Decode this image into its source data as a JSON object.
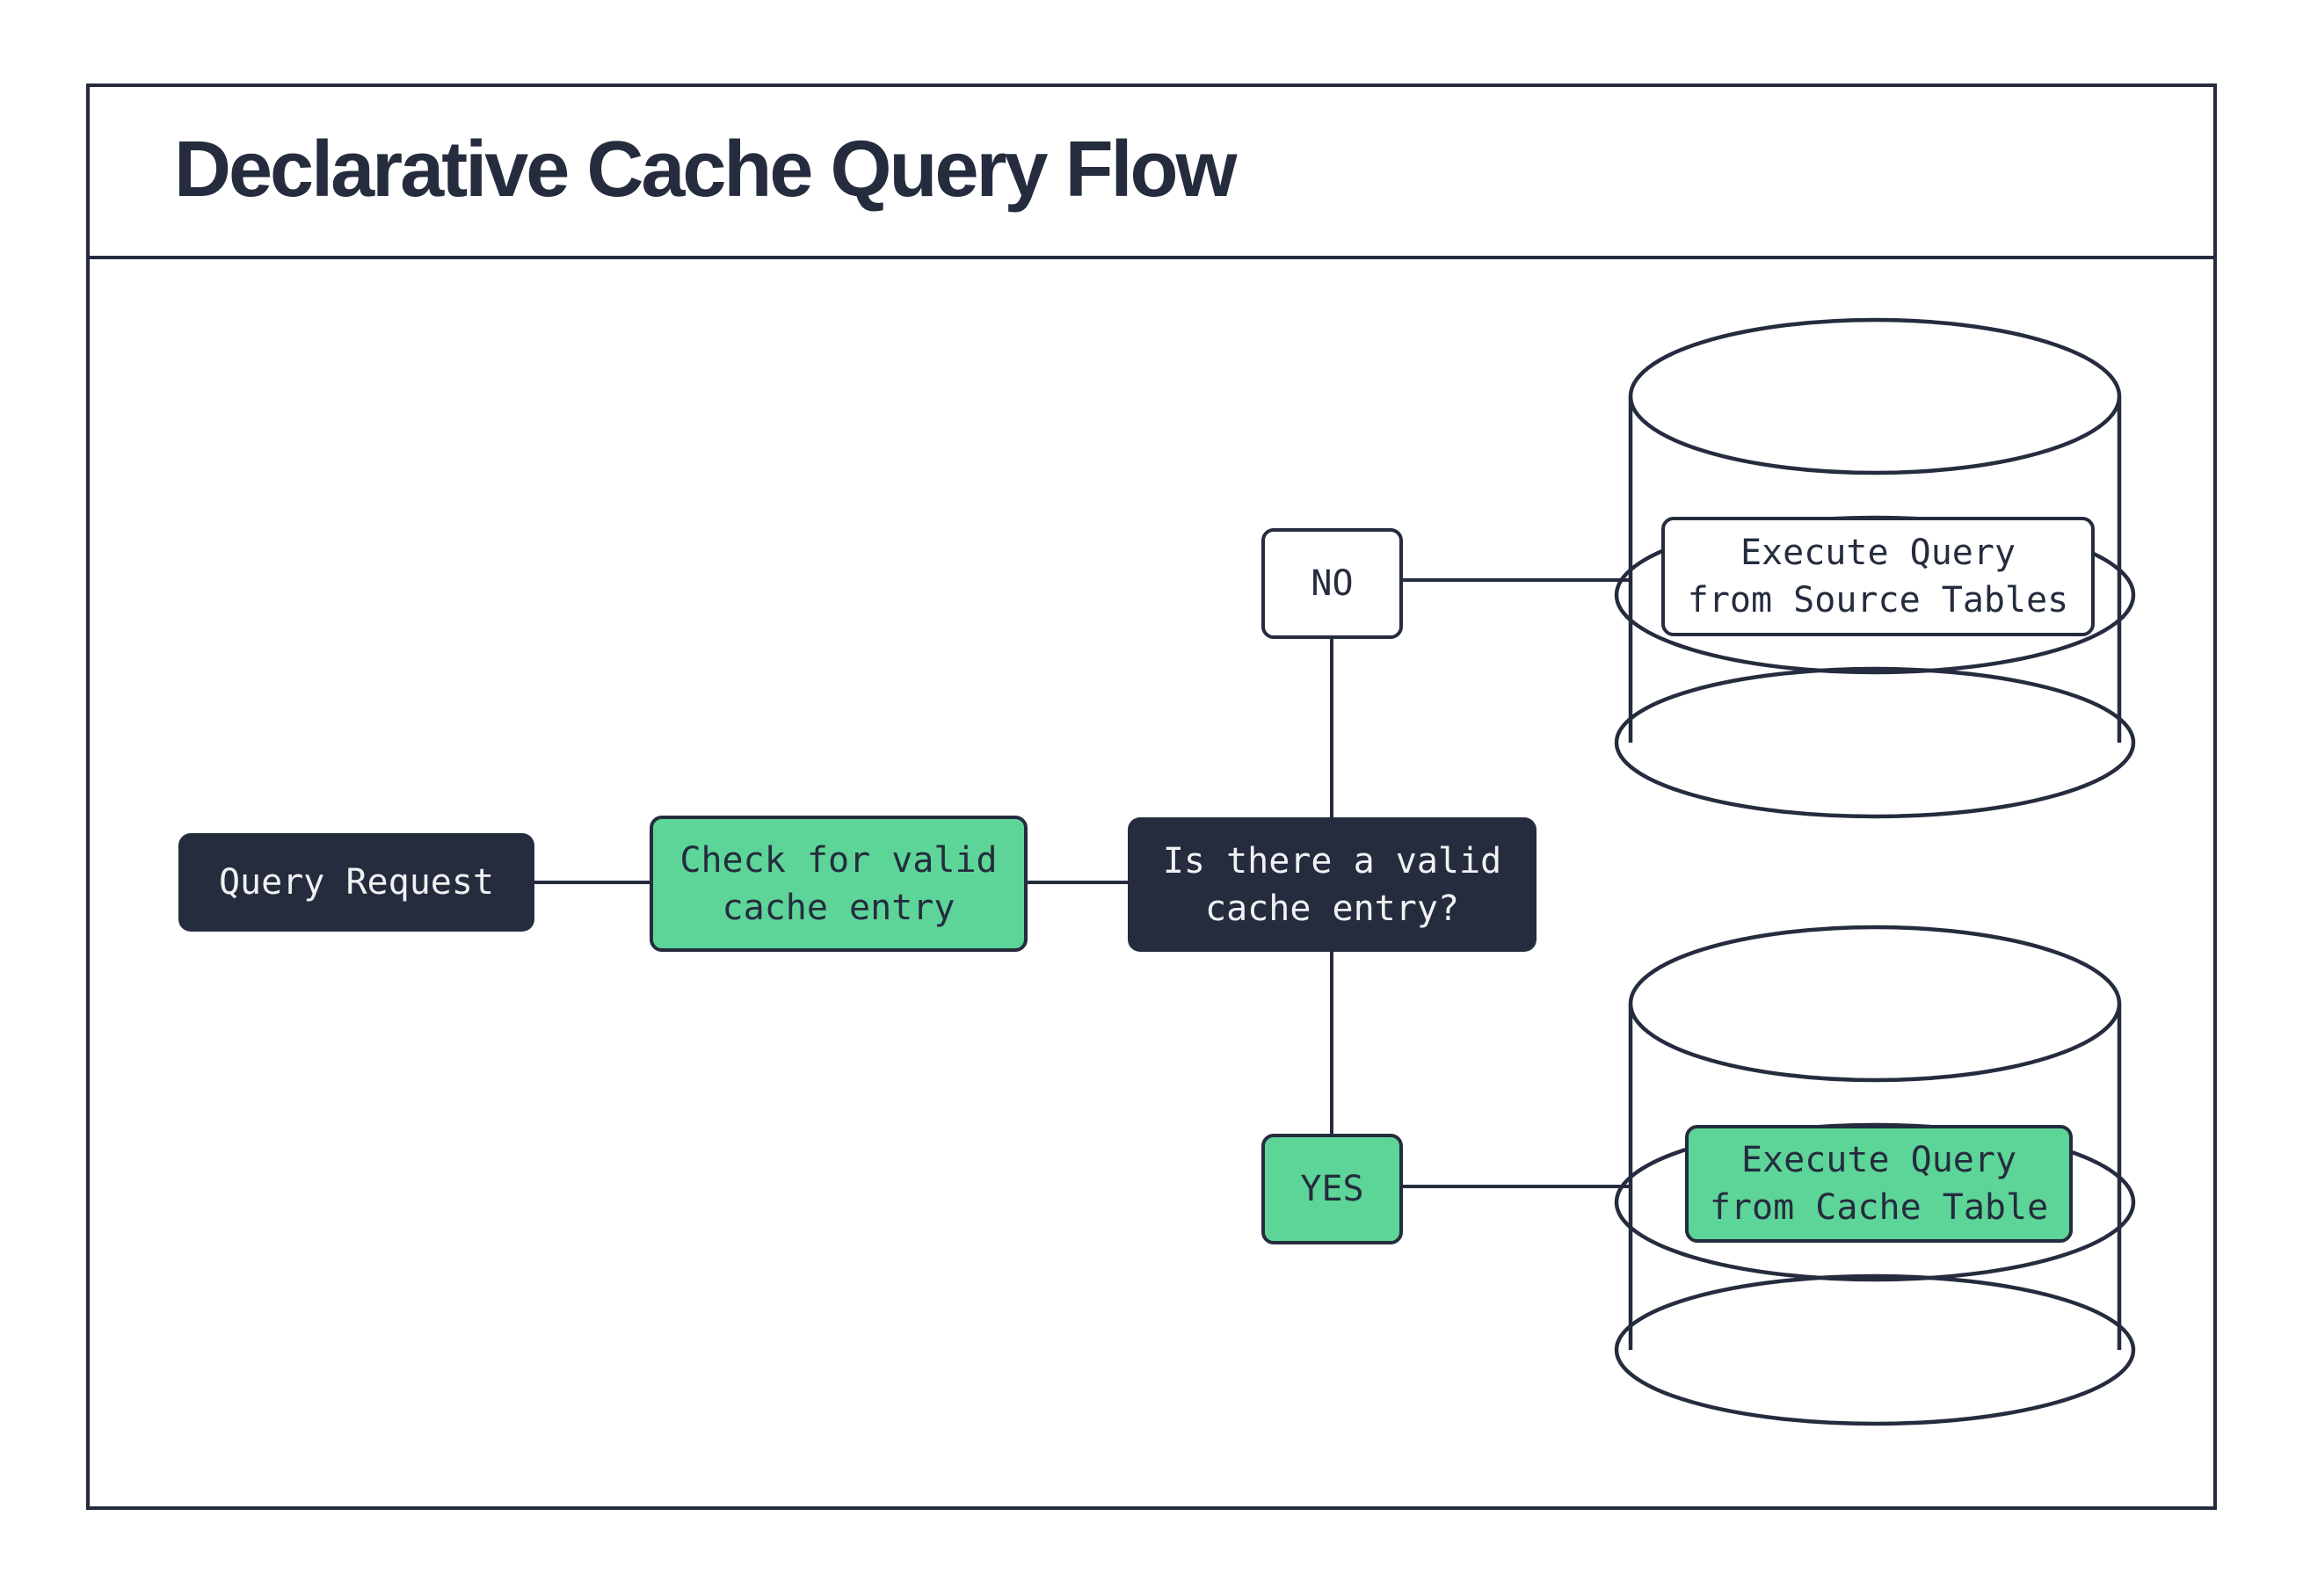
{
  "title": "Declarative Cache Query Flow",
  "colors": {
    "ink": "#252c3e",
    "green": "#5dd598",
    "paper": "#ffffff",
    "text_on_dark": "#f0f1f3"
  },
  "nodes": {
    "query_request": {
      "label": "Query Request"
    },
    "check_cache": {
      "line1": "Check for valid",
      "line2": "cache entry"
    },
    "decision": {
      "line1": "Is there a valid",
      "line2": "cache entry?"
    },
    "no_branch": {
      "label": "NO"
    },
    "yes_branch": {
      "label": "YES"
    },
    "source_db": {
      "line1": "Execute Query",
      "line2": "from Source Tables"
    },
    "cache_db": {
      "line1": "Execute Query",
      "line2": "from Cache Table"
    }
  }
}
